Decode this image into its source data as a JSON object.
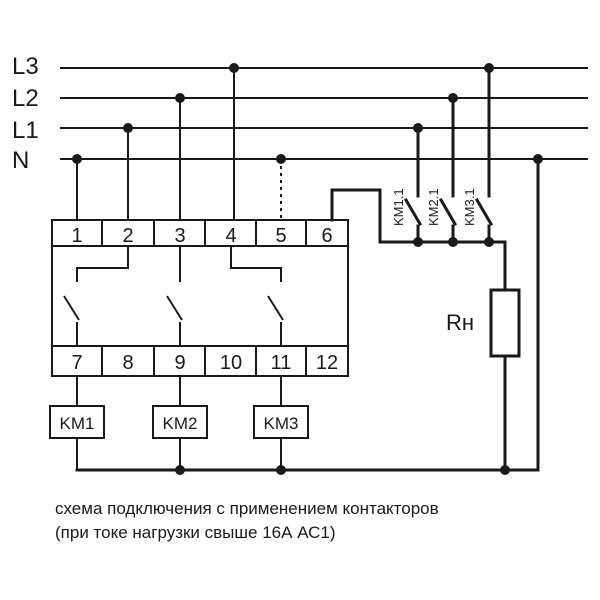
{
  "bus_labels": {
    "l3": "L3",
    "l2": "L2",
    "l1": "L1",
    "n": "N"
  },
  "relay": {
    "top_terminals": [
      "1",
      "2",
      "3",
      "4",
      "5",
      "6"
    ],
    "bottom_terminals": [
      "7",
      "8",
      "9",
      "10",
      "11",
      "12"
    ]
  },
  "contactors": [
    "KM1",
    "KM2",
    "KM3"
  ],
  "contacts": [
    "KM1.1",
    "KM2.1",
    "KM3.1"
  ],
  "load_label": "Rн",
  "caption": {
    "line1": "схема подключения с применением контакторов",
    "line2": "(при токе нагрузки свыше 16А АС1)"
  }
}
